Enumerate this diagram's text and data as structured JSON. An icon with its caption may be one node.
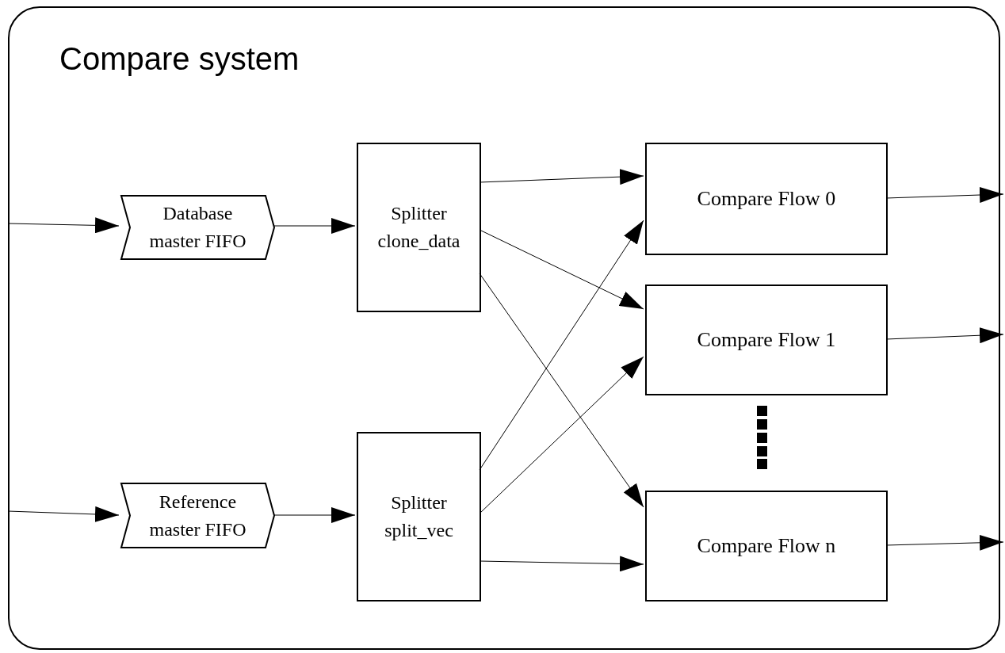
{
  "diagram": {
    "nodes": [
      {
        "text": [
          "Compare system"
        ]
      },
      {
        "text": [
          "Database master FIFO"
        ],
        "in": 0
      },
      {
        "text": [
          "Splitter clone_data"
        ],
        "in": 0
      },
      {
        "text": [
          "Compare Flow 0"
        ],
        "in": 0
      },
      {
        "text": [
          "Compare Flow 1"
        ],
        "in": 0
      },
      {
        "text": [
          "Reference master FIFO"
        ],
        "in": 0
      },
      {
        "text": [
          "Splitter split_vec"
        ],
        "in": 0
      },
      {
        "text": [
          "Compare Flow n"
        ],
        "in": 0
      }
    ],
    "edges": [
      {
        "from": null,
        "to": 1,
        "arrow": "to"
      },
      {
        "from": 1,
        "to": 2,
        "arrow": "to"
      },
      {
        "from": 2,
        "to": 3,
        "arrow": "to"
      },
      {
        "from": 2,
        "to": 4,
        "arrow": "to"
      },
      {
        "from": 2,
        "to": 7,
        "arrow": "to"
      },
      {
        "from": null,
        "to": 5,
        "arrow": "to"
      },
      {
        "from": 5,
        "to": 6,
        "arrow": "to"
      },
      {
        "from": 6,
        "to": 3,
        "arrow": "to"
      },
      {
        "from": 6,
        "to": 4,
        "arrow": "to"
      },
      {
        "from": 6,
        "to": 7,
        "arrow": "to"
      },
      {
        "from": 3,
        "to": null,
        "arrow": "to"
      },
      {
        "from": 4,
        "to": null,
        "arrow": "to"
      },
      {
        "from": 7,
        "to": null,
        "arrow": "to"
      }
    ]
  }
}
